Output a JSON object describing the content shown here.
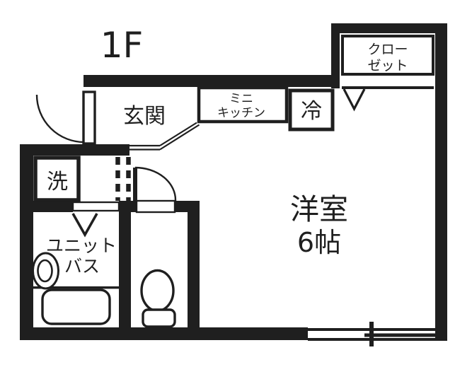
{
  "floor_plan": {
    "floor_label": "1F",
    "colors": {
      "ink": "#1f1f1f",
      "background": "#ffffff"
    },
    "rooms": {
      "entrance": {
        "label": "玄関"
      },
      "mini_kitchen": {
        "label_line1": "ミニ",
        "label_line2": "キッチン"
      },
      "refrigerator": {
        "label": "冷"
      },
      "closet": {
        "label_line1": "クロー",
        "label_line2": "ゼット"
      },
      "washing_machine": {
        "label": "洗"
      },
      "unit_bath": {
        "label_line1": "ユニット",
        "label_line2": "バス"
      },
      "western_room": {
        "label": "洋室",
        "size": "6帖"
      }
    }
  }
}
